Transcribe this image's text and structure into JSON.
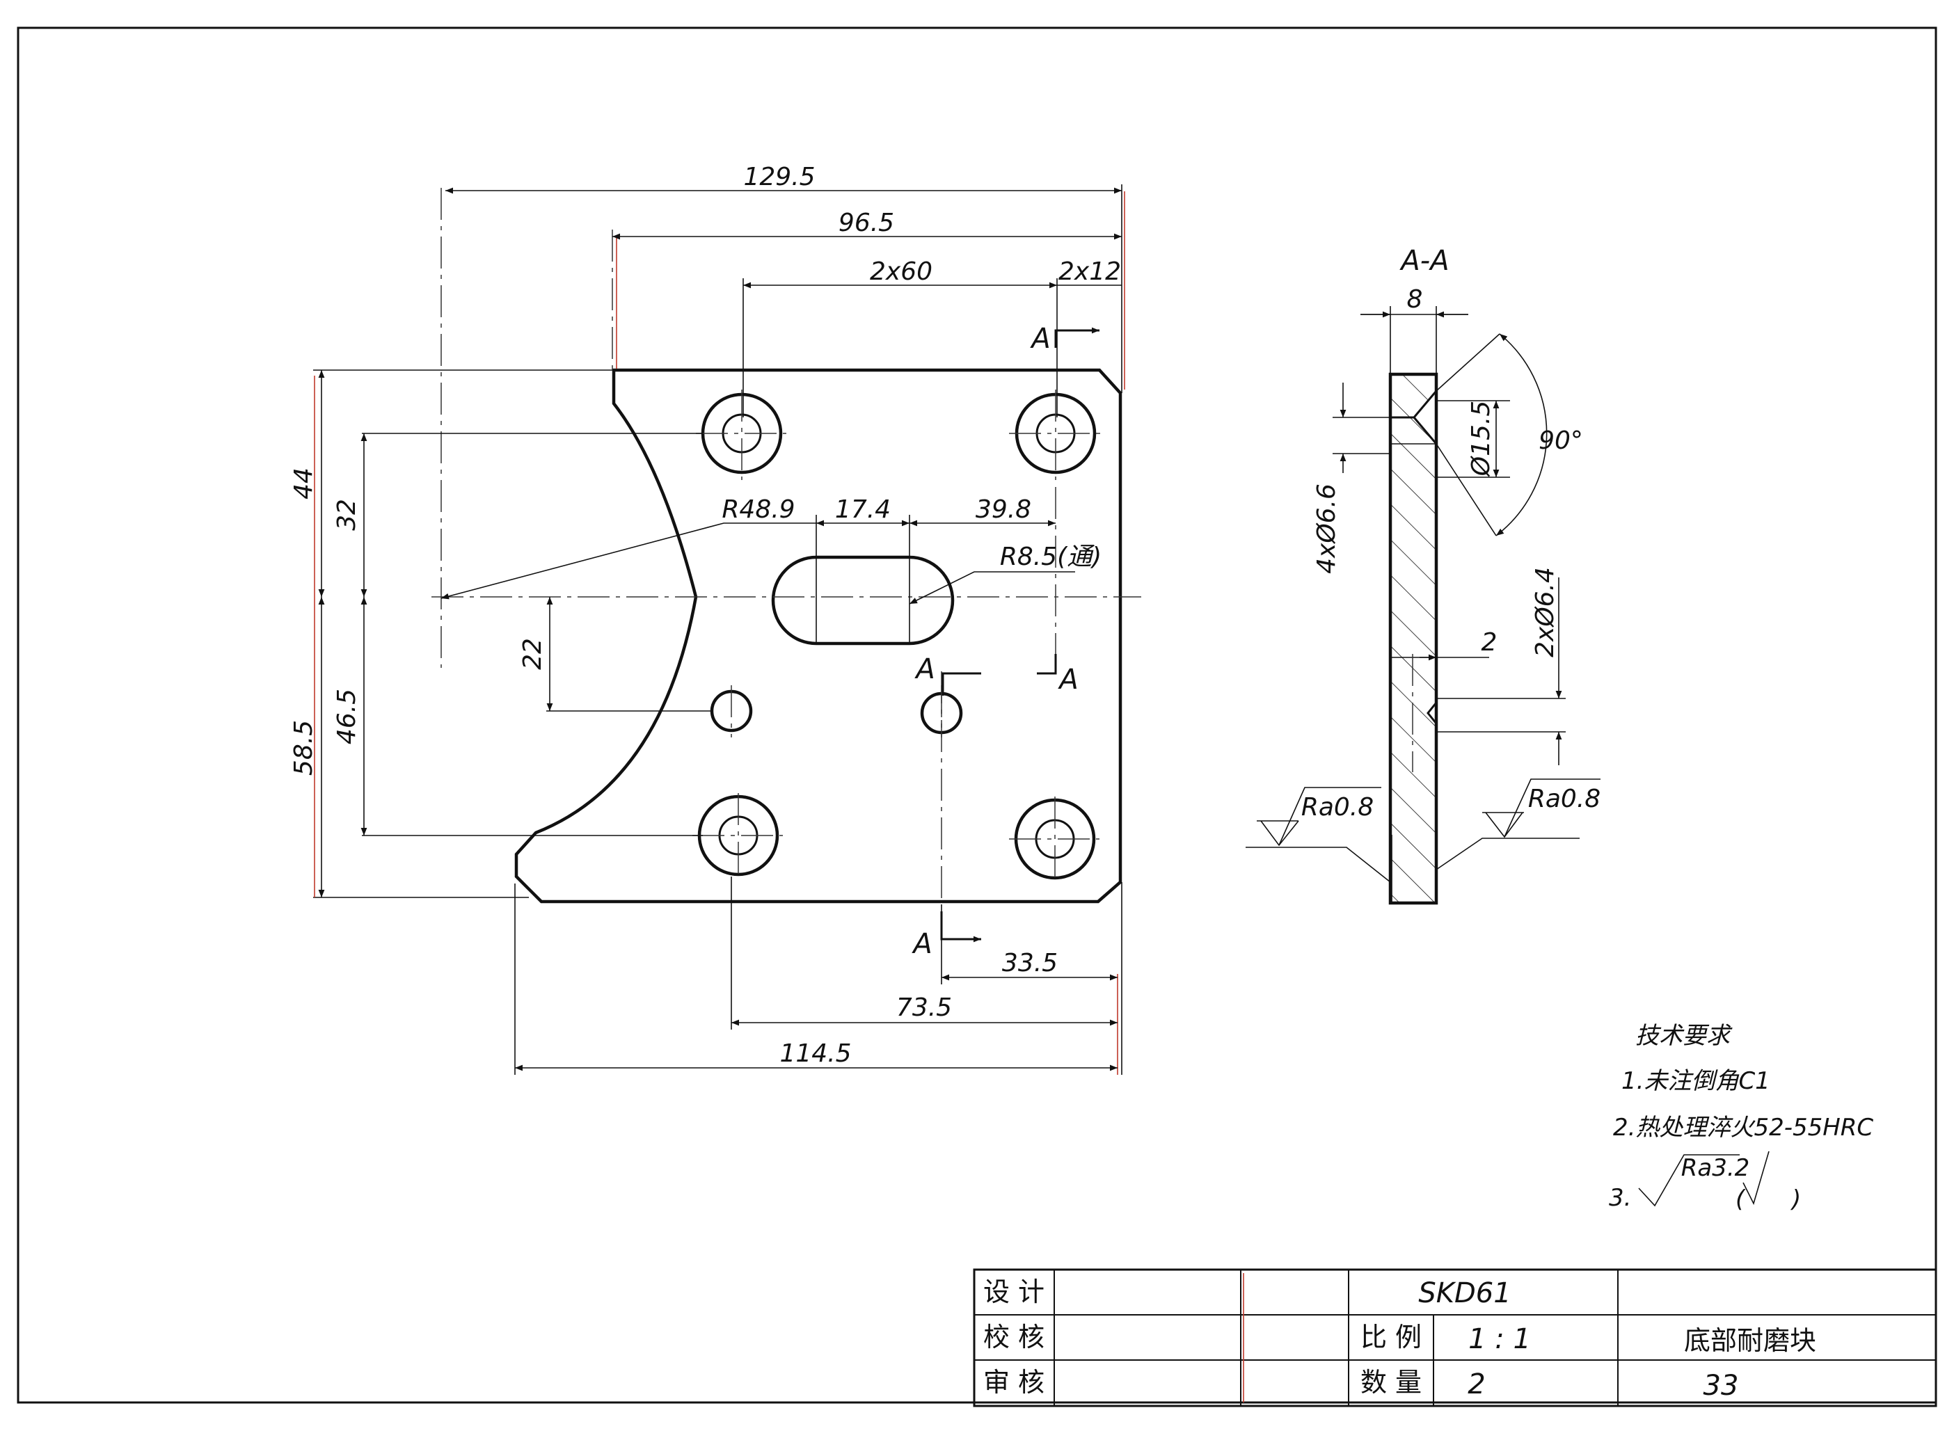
{
  "labels": {
    "section_letter": "A",
    "section_title": "A-A"
  },
  "dims": {
    "d129_5": "129.5",
    "d96_5": "96.5",
    "d2x60": "2x60",
    "d2x12": "2x12",
    "d44": "44",
    "d32": "32",
    "d58_5": "58.5",
    "d46_5": "46.5",
    "d22": "22",
    "r48_9": "R48.9",
    "d17_4": "17.4",
    "d39_8": "39.8",
    "r8_5": "R8.5(通)",
    "d33_5": "33.5",
    "d73_5": "73.5",
    "d114_5": "114.5",
    "s8": "8",
    "s15_5": "Ø15.5",
    "s90": "90°",
    "s4x6_6": "4xØ6.6",
    "s2x6_4": "2xØ6.4",
    "s2": "2"
  },
  "roughness": {
    "left": "Ra0.8",
    "right": "Ra0.8"
  },
  "notes": {
    "title": "技术要求",
    "item1": "1.未注倒角C1",
    "item2": "2.热处理淬火52-55HRC",
    "item3": "3.",
    "roughness": "Ra3.2",
    "paren_open": "(",
    "paren_close": ")"
  },
  "title_block": {
    "design_label": "设 计",
    "check_label": "校 核",
    "review_label": "审 核",
    "material": "SKD61",
    "scale_label": "比 例",
    "scale_value": "1 : 1",
    "quantity_label": "数 量",
    "quantity_value": "2",
    "part_name": "底部耐磨块",
    "drawing_number": "33"
  }
}
